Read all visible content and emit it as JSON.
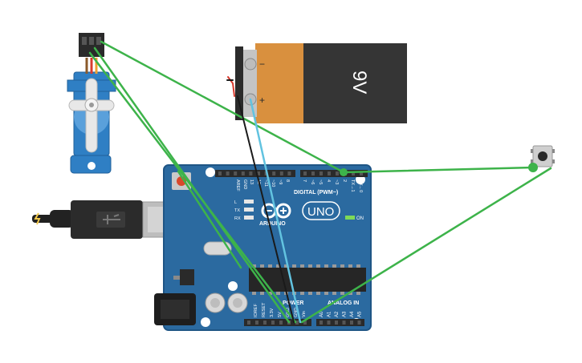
{
  "battery": {
    "label": "9V",
    "minus_symbol": "−",
    "plus_symbol": "+"
  },
  "arduino": {
    "model": "UNO",
    "brand": "ARDUINO",
    "digital_label": "DIGITAL (PWM~)",
    "power_label": "POWER",
    "analog_label": "ANALOG IN",
    "on_label": "ON",
    "led_labels": [
      "L",
      "TX",
      "RX"
    ],
    "top_pin_labels": [
      "AREF",
      "GND",
      "13",
      "12",
      "~11",
      "~10",
      "~9",
      "8",
      "7",
      "~6",
      "~5",
      "4",
      "~3",
      "2",
      "TX→1",
      "RX←0"
    ],
    "power_pin_labels": [
      "IOREF",
      "RESET",
      "3.3V",
      "5V",
      "GND",
      "GND",
      "Vin"
    ],
    "analog_pin_labels": [
      "A0",
      "A1",
      "A2",
      "A3",
      "A4",
      "A5"
    ]
  },
  "colors": {
    "background": "#ffffff",
    "board": "#2b6aa0",
    "board_edge": "#1f5585",
    "header": "#2a2a2a",
    "wire_green": "#3db34a",
    "wire_cyan": "#62c3e0",
    "wire_black": "#1a1a1a",
    "wire_red": "#d83a2e",
    "battery_orange": "#d9903e",
    "battery_black": "#353535",
    "servo_blue": "#2f7fc4",
    "servo_horn": "#e8e8e8",
    "usb_silver": "#bdbdbd",
    "button_grey": "#cfcfcf"
  }
}
